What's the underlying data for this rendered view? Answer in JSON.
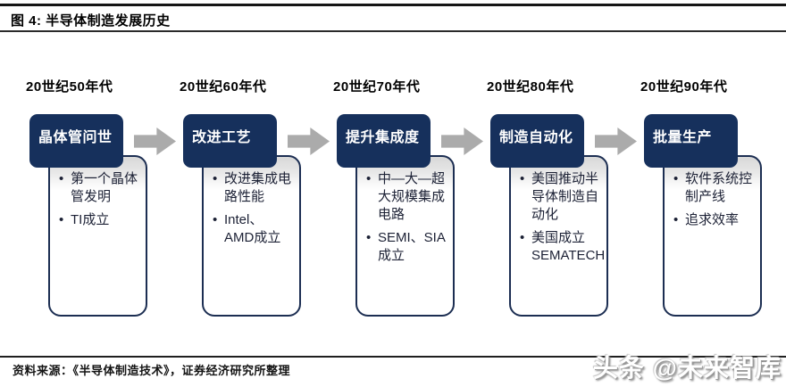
{
  "figure": {
    "title": "图 4: 半导体制造发展历史",
    "source": "资料来源：《半导体制造技术》，证券经济研究所整理",
    "watermark": "头条 @未来智库"
  },
  "colors": {
    "stage_header_navy": "#16305c",
    "card_border_navy": "#1c2e52",
    "arrow_gray": "#ababab",
    "card_top_shade": "#d8d8d8"
  },
  "timeline": {
    "stages": [
      {
        "era": "20世纪50年代",
        "title": "晶体管问世",
        "bullets": [
          "第一个晶体管发明",
          "TI成立"
        ]
      },
      {
        "era": "20世纪60年代",
        "title": "改进工艺",
        "bullets": [
          "改进集成电路性能",
          "Intel、AMD成立"
        ]
      },
      {
        "era": "20世纪70年代",
        "title": "提升集成度",
        "bullets": [
          "中—大—超大规模集成电路",
          "SEMI、SIA成立"
        ]
      },
      {
        "era": "20世纪80年代",
        "title": "制造自动化",
        "bullets": [
          "美国推动半导体制造自动化",
          "美国成立SEMATECH"
        ]
      },
      {
        "era": "20世纪90年代",
        "title": "批量生产",
        "bullets": [
          "软件系统控制产线",
          "追求效率"
        ]
      }
    ]
  }
}
